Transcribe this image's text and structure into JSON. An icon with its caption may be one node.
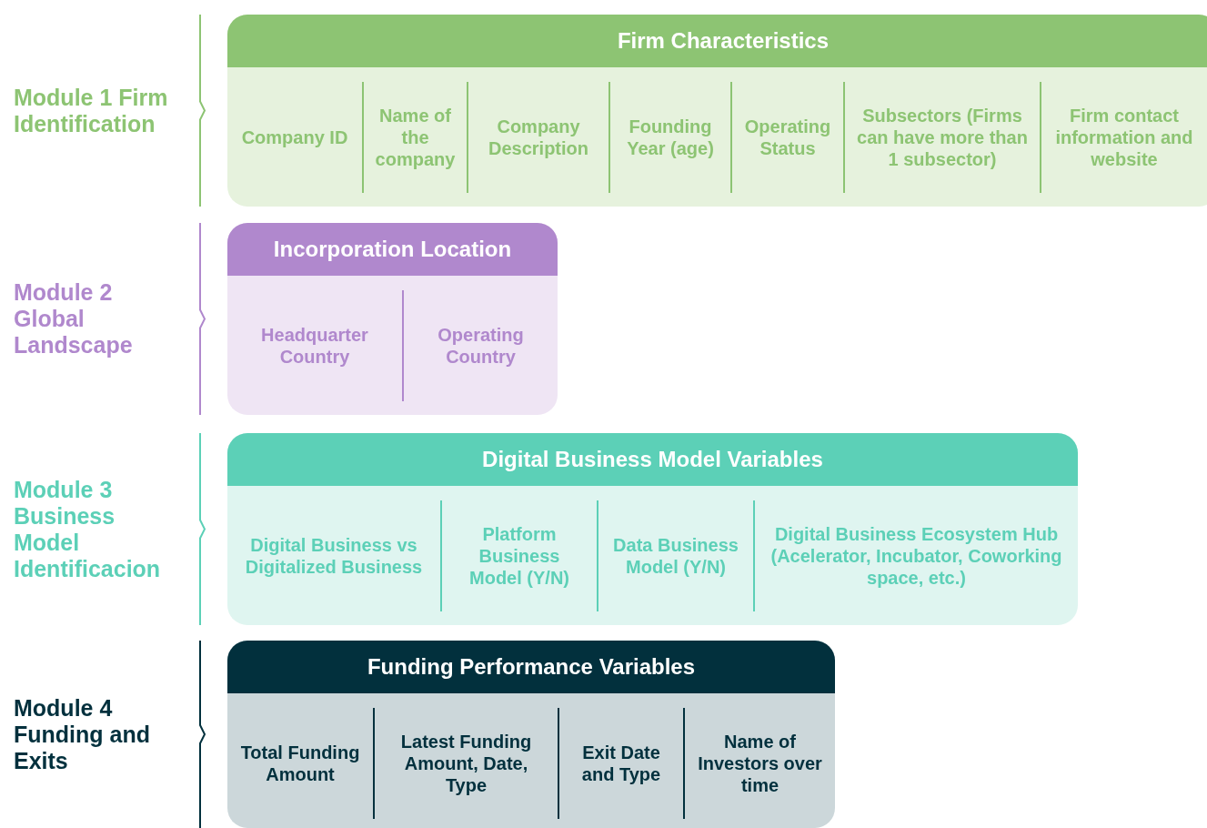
{
  "diagram": {
    "nodes": [
      {
        "text": [
          "Firm Characteristics"
        ]
      },
      {
        "text": [
          "Company ID"
        ],
        "in": 0
      },
      {
        "text": [
          "Name of the company"
        ],
        "in": 0
      },
      {
        "text": [
          "Company Description"
        ],
        "in": 0
      },
      {
        "text": [
          "Founding Year (age)"
        ],
        "in": 0
      },
      {
        "text": [
          "Operating Status"
        ],
        "in": 0
      },
      {
        "text": [
          "Subsectors (Firms can have more than 1 subsector)"
        ],
        "in": 0
      },
      {
        "text": [
          "Firm contact information and website"
        ],
        "in": 0
      },
      {
        "text": [
          "Incorporation Location"
        ]
      },
      {
        "text": [
          "Headquarter Country"
        ],
        "in": 8
      },
      {
        "text": [
          "Operating Country"
        ],
        "in": 8
      },
      {
        "text": [
          "Digital Business Model Variables"
        ]
      },
      {
        "text": [
          "Digital Business vs Digitalized Business"
        ],
        "in": 11
      },
      {
        "text": [
          "Platform Business Model (Y/N)"
        ],
        "in": 11
      },
      {
        "text": [
          "Data Business Model (Y/N)"
        ],
        "in": 11
      },
      {
        "text": [
          "Digital Business Ecosystem Hub (Acelerator, Incubator, Coworking space, etc.)"
        ],
        "in": 11
      },
      {
        "text": [
          "Funding Performance Variables"
        ]
      },
      {
        "text": [
          "Total Funding Amount"
        ],
        "in": 16
      },
      {
        "text": [
          "Latest Funding Amount, Date, Type"
        ],
        "in": 16
      },
      {
        "text": [
          "Exit Date and Type"
        ],
        "in": 16
      },
      {
        "text": [
          "Name of Investors over time"
        ],
        "in": 16
      }
    ],
    "edges": [],
    "labels": [
      "Module 1 Firm Identification",
      "Module 2 Global Landscape",
      "Module 3 Business Model Identificacion",
      "Module 4 Funding and Exits"
    ]
  }
}
